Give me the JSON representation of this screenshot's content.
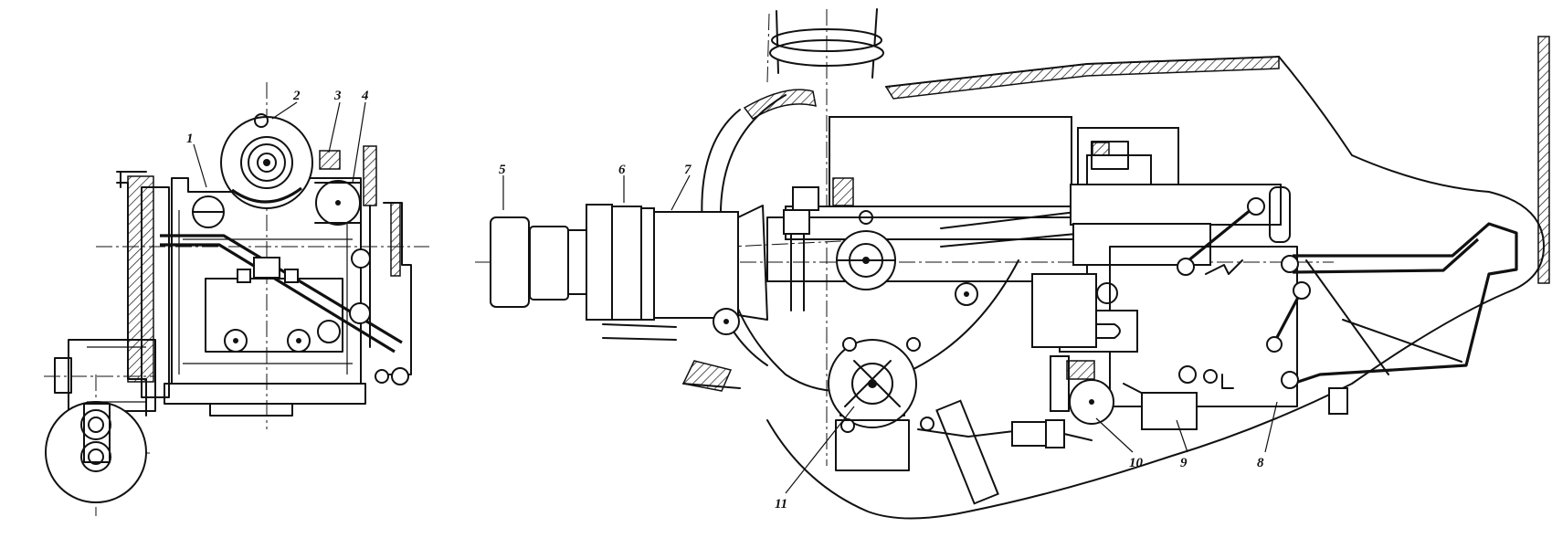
{
  "colors": {
    "ink": "#111111",
    "paper": "#ffffff"
  },
  "callouts": [
    {
      "id": "1",
      "text": "1"
    },
    {
      "id": "2",
      "text": "2"
    },
    {
      "id": "3",
      "text": "3"
    },
    {
      "id": "4",
      "text": "4"
    },
    {
      "id": "5",
      "text": "5"
    },
    {
      "id": "6",
      "text": "6"
    },
    {
      "id": "7",
      "text": "7"
    },
    {
      "id": "8",
      "text": "8"
    },
    {
      "id": "9",
      "text": "9"
    },
    {
      "id": "10",
      "text": "10"
    },
    {
      "id": "11",
      "text": "11"
    }
  ]
}
